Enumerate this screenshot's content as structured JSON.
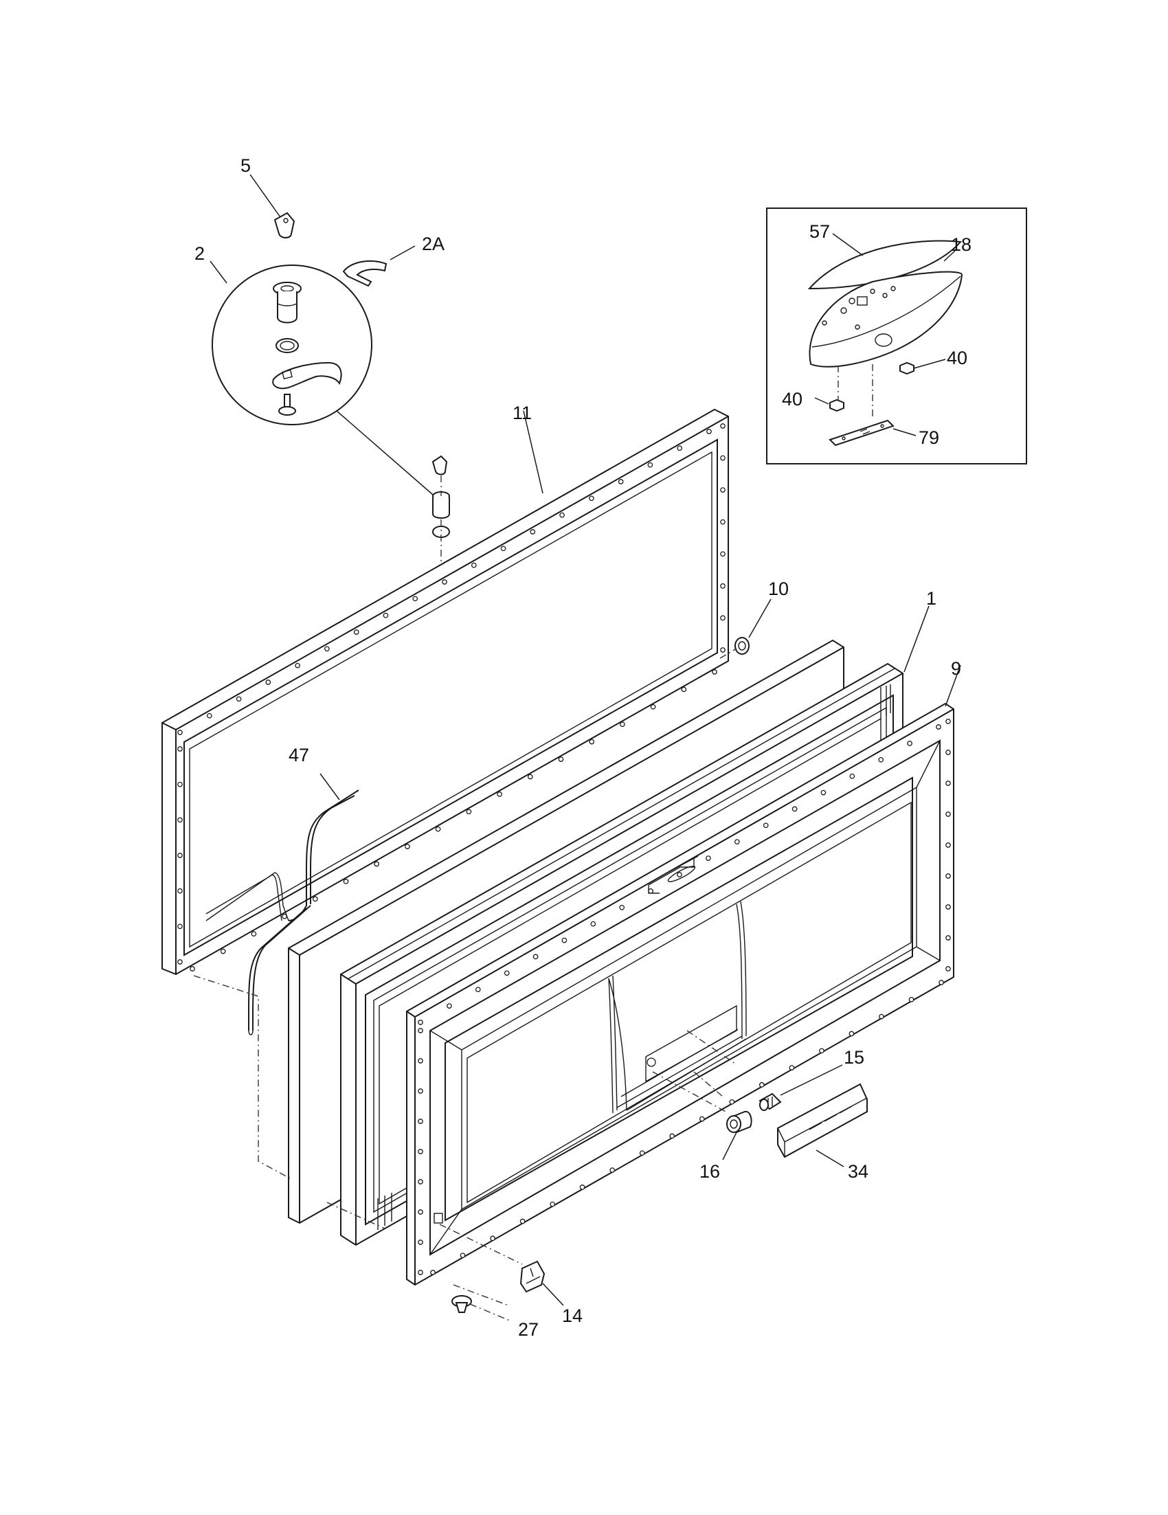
{
  "callouts": {
    "c5": "5",
    "c2": "2",
    "c2a": "2A",
    "c11": "11",
    "c10": "10",
    "c1": "1",
    "c9": "9",
    "c47": "47",
    "c15": "15",
    "c16": "16",
    "c34": "34",
    "c14": "14",
    "c27": "27",
    "c57": "57",
    "c18": "18",
    "c40a": "40",
    "c40b": "40",
    "c79": "79"
  }
}
